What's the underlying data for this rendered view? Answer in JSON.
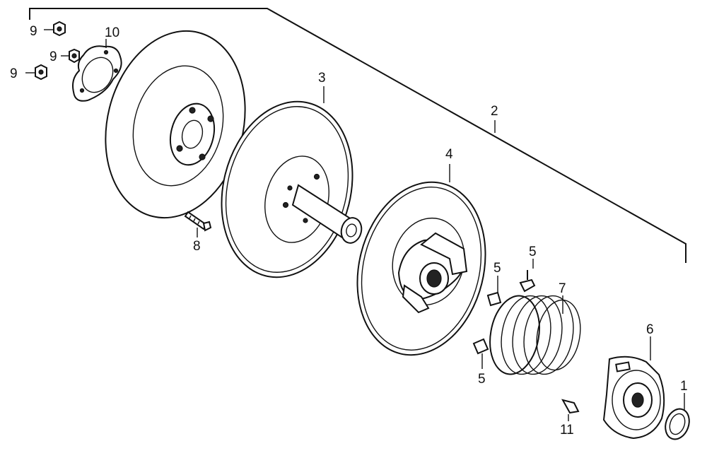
{
  "callouts": {
    "c1": "1",
    "c2": "2",
    "c3": "3",
    "c4": "4",
    "c5a": "5",
    "c5b": "5",
    "c5c": "5",
    "c6": "6",
    "c7": "7",
    "c8": "8",
    "c9a": "9",
    "c9b": "9",
    "c9c": "9",
    "c10": "10",
    "c11": "11"
  },
  "colors": {
    "ink": "#111111",
    "paper": "#ffffff"
  }
}
